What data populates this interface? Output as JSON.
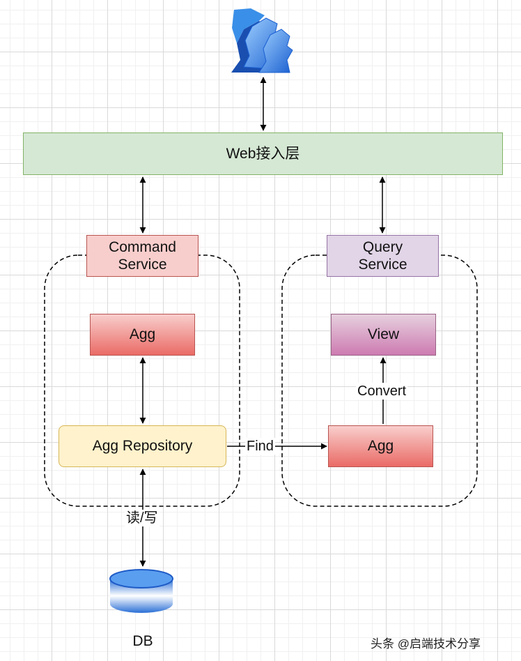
{
  "web_layer": {
    "label": "Web接入层"
  },
  "command_service": {
    "label": "Command\nService"
  },
  "query_service": {
    "label": "Query\nService"
  },
  "agg_command": {
    "label": "Agg"
  },
  "view": {
    "label": "View"
  },
  "agg_repository": {
    "label": "Agg Repository"
  },
  "agg_query": {
    "label": "Agg"
  },
  "edges": {
    "find": "Find",
    "convert": "Convert",
    "read_write": "读/写"
  },
  "db": {
    "label": "DB"
  },
  "watermark": {
    "text": "头条 @启端技术分享"
  },
  "colors": {
    "web_fill": "#d5e8d4",
    "web_stroke": "#82b366",
    "cmd_fill": "#f8cecc",
    "cmd_stroke": "#b85450",
    "query_fill": "#e1d5e7",
    "query_stroke": "#9673a6",
    "repo_fill": "#fff2cc",
    "repo_stroke": "#d6b656",
    "view_fill": "#cd7bb1",
    "db_fill": "#1e5bc6"
  },
  "icons": {
    "user": "users-icon",
    "db": "database-icon"
  }
}
